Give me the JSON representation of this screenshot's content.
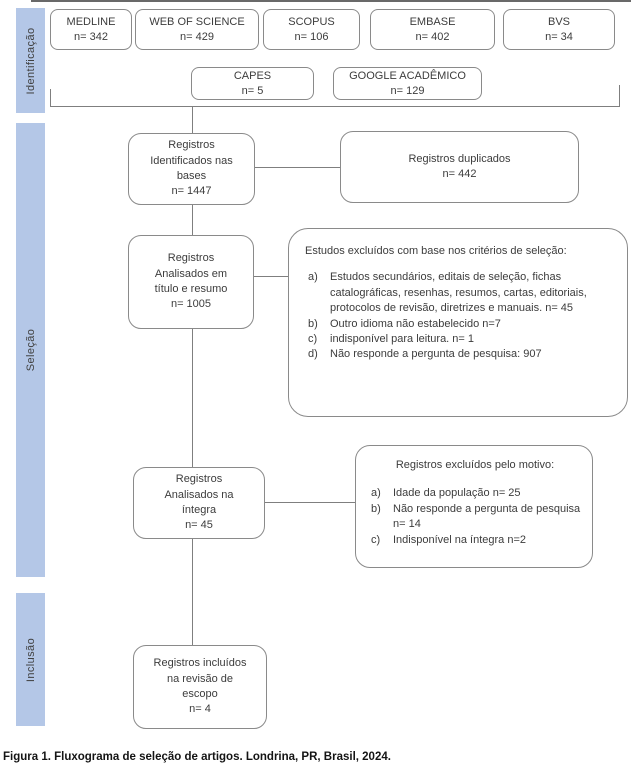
{
  "colors": {
    "phase-bar": "#b4c7e7",
    "box-border": "#8a8a8a",
    "line": "#7f7f7f"
  },
  "phases": {
    "identification": "Identificação",
    "screening": "Seleção",
    "inclusion": "Inclusão"
  },
  "sources": [
    {
      "name": "MEDLINE",
      "count": "n= 342"
    },
    {
      "name": "WEB OF SCIENCE",
      "count": "n= 429"
    },
    {
      "name": "SCOPUS",
      "count": "n= 106"
    },
    {
      "name": "EMBASE",
      "count": "n= 402"
    },
    {
      "name": "BVS",
      "count": "n= 34"
    },
    {
      "name": "CAPES",
      "count": "n= 5"
    },
    {
      "name": "GOOGLE ACADÊMICO",
      "count": "n= 129"
    }
  ],
  "flow": {
    "identified": "Registros\nIdentificados nas\nbases\nn= 1447",
    "duplicates": "Registros duplicados\nn= 442",
    "title_abstract": "Registros\nAnalisados em\ntítulo e resumo\nn= 1005",
    "fulltext": "Registros\nAnalisados na\níntegra\nn= 45",
    "included": "Registros incluídos\nna revisão de\nescopo\nn= 4"
  },
  "exclusion_criteria": {
    "title": "Estudos excluídos com base nos critérios de seleção:",
    "items": [
      {
        "marker": "a)",
        "text": "Estudos secundários, editais de seleção, fichas catalográficas, resenhas, resumos, cartas, editoriais, protocolos de revisão, diretrizes e manuais. n= 45"
      },
      {
        "marker": "b)",
        "text": "Outro idioma não estabelecido n=7"
      },
      {
        "marker": "c)",
        "text": "indisponível para leitura. n= 1"
      },
      {
        "marker": "d)",
        "text": "Não responde a pergunta de pesquisa: 907"
      }
    ]
  },
  "exclusion_reasons": {
    "title": "Registros excluídos pelo motivo:",
    "items": [
      {
        "marker": "a)",
        "text": "Idade da população n= 25"
      },
      {
        "marker": "b)",
        "text": "Não responde a pergunta de pesquisa n= 14"
      },
      {
        "marker": "c)",
        "text": "Indisponível na íntegra n=2"
      }
    ]
  },
  "caption": "Figura 1. Fluxograma de seleção de artigos. Londrina, PR, Brasil, 2024."
}
